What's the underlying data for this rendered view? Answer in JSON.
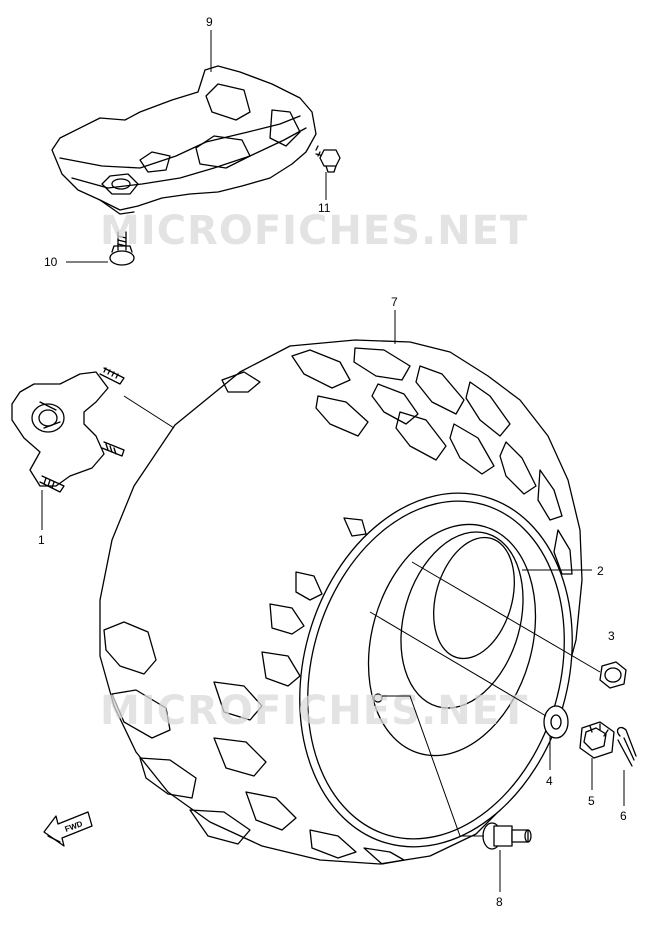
{
  "watermark": {
    "text": "MICROFICHES.NET"
  },
  "fwd_indicator": {
    "label": "FWD"
  },
  "callouts": {
    "p1": "1",
    "p2": "2",
    "p3": "3",
    "p4": "4",
    "p5": "5",
    "p6": "6",
    "p7": "7",
    "p8": "8",
    "p9": "9",
    "p10": "10",
    "p11": "11"
  },
  "colors": {
    "line": "#000000",
    "background": "#ffffff",
    "watermark": "#d9d9d9"
  }
}
